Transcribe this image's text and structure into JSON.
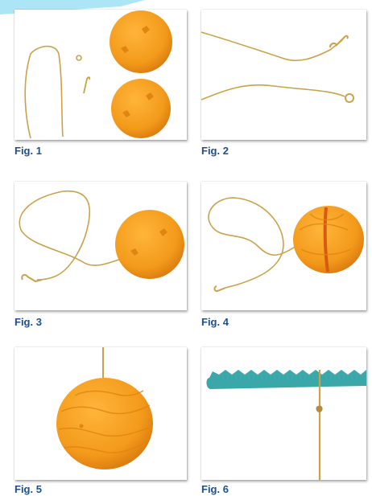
{
  "figures": [
    {
      "id": 1,
      "caption": "Fig. 1"
    },
    {
      "id": 2,
      "caption": "Fig. 2"
    },
    {
      "id": 3,
      "caption": "Fig. 3"
    },
    {
      "id": 4,
      "caption": "Fig. 4"
    },
    {
      "id": 5,
      "caption": "Fig. 5"
    },
    {
      "id": 6,
      "caption": "Fig. 6"
    }
  ],
  "colors": {
    "caption": "#1d4f91",
    "ball_orange": "#f39a1b",
    "ball_dark": "#d9790e",
    "cord": "#c9a24a",
    "blade": "#3aa7a9",
    "accent": "#7fd6f0"
  }
}
